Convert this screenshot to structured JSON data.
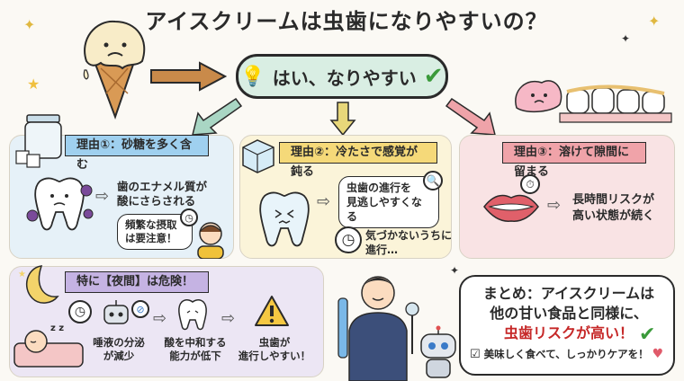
{
  "title": "アイスクリームは虫歯になりやすいの？",
  "answer": "はい、なりやすい",
  "reason1": {
    "label": "理由①：砂糖を多く含む",
    "text_line1": "歯のエナメル質が",
    "text_line2": "酸にさらされる",
    "bubble_line1": "頻繁な摂取",
    "bubble_line2": "は要注意！"
  },
  "reason2": {
    "label": "理由②：冷たさで感覚が鈍る",
    "bubble_line1": "虫歯の進行を",
    "bubble_line2": "見逃しやすくなる",
    "note_line1": "気づかないうちに",
    "note_line2": "進行…"
  },
  "reason3": {
    "label": "理由③：溶けて隙間に留まる",
    "text_line1": "長時間リスクが",
    "text_line2": "高い状態が続く"
  },
  "night": {
    "label": "特に【夜間】は危険！",
    "step1_line1": "唾液の分泌",
    "step1_line2": "が減少",
    "step2_line1": "酸を中和する",
    "step2_line2": "能力が低下",
    "step3_line1": "虫歯が",
    "step3_line2": "進行しやすい！"
  },
  "summary": {
    "line1": "まとめ：アイスクリームは",
    "line2": "他の甘い食品と同様に、",
    "line3": "虫歯リスクが高い！",
    "tip": "美味しく食べて、しっかりケアを！"
  },
  "colors": {
    "accent_green": "#3a9a3a",
    "accent_red": "#c62828"
  }
}
